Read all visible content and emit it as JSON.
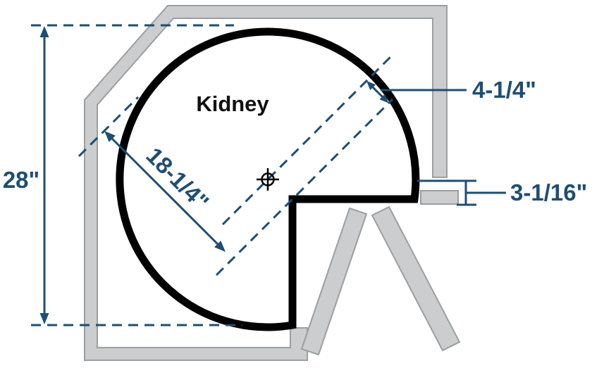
{
  "diagram": {
    "shape_label": "Kidney",
    "dimensions": {
      "cabinet_height": "28\"",
      "shelf_radius": "18-1/4\"",
      "notch_offset": "4-1/4\"",
      "edge_clearance": "3-1/16\""
    },
    "colors": {
      "dimension": "#1e4e74",
      "shelf-stroke": "#000000",
      "cabinet-fill": "#cbcdce",
      "cabinet-stroke": "#9b9fa1",
      "label-text": "#111111",
      "background": "#ffffff"
    }
  }
}
